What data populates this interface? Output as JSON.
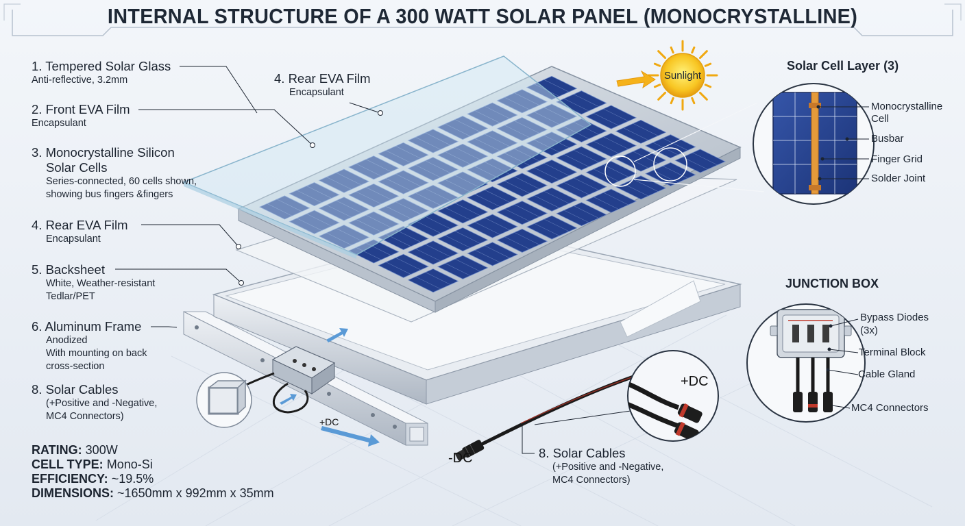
{
  "title": "INTERNAL STRUCTURE OF A 300 WATT SOLAR PANEL (MONOCRYSTALLINE)",
  "left_labels": [
    {
      "heading": "1. Tempered Solar Glass",
      "sub": [
        "Anti-reflective, 3.2mm"
      ]
    },
    {
      "heading": "2. Front EVA Film",
      "sub": [
        "Encapsulant"
      ]
    },
    {
      "heading": "3. Monocrystalline Silicon",
      "heading2": "Solar Cells",
      "sub": [
        "Series-connected, 60 cells shown,",
        "showing bus fingers &fingers"
      ]
    },
    {
      "heading": "4. Rear EVA Film",
      "sub": [
        "Encapsulant"
      ]
    },
    {
      "heading": "5. Backsheet",
      "sub": [
        "White, Weather-resistant",
        "Tedlar/PET"
      ]
    },
    {
      "heading": "6. Aluminum Frame",
      "sub": [
        "Anodized",
        "With mounting on back",
        "cross-section"
      ]
    },
    {
      "heading": "8. Solar Cables",
      "sub": [
        "(+Positive and -Negative,",
        "MC4 Connectors)"
      ]
    }
  ],
  "top_label": {
    "heading": "4. Rear EVA Film",
    "sub": "Encapsulant"
  },
  "sun_label": "Sunlight",
  "cell_detail": {
    "title": "Solar Cell Layer (3)",
    "callouts": [
      "Monocrystalline",
      "Cell",
      "Busbar",
      "Finger Grid",
      "Solder Joint"
    ]
  },
  "junction_box": {
    "title": "JUNCTION BOX",
    "callouts": [
      "Bypass Diodes",
      "(3x)",
      "Terminal Block",
      "Cable Gland",
      "MC4 Connectors"
    ]
  },
  "cable_label": {
    "heading": "8. Solar Cables",
    "sub": [
      "(+Positive and -Negative,",
      "MC4 Connectors)"
    ]
  },
  "dc_labels": {
    "plus_big": "+DC",
    "plus_small": "+DC",
    "minus": "-DC"
  },
  "specs": [
    {
      "key": "RATING:",
      "value": "300W"
    },
    {
      "key": "CELL TYPE:",
      "value": "Mono-Si"
    },
    {
      "key": "EFFICIENCY:",
      "value": "~19.5%"
    },
    {
      "key": "DIMENSIONS:",
      "value": "~1650mm x 992mm x 35mm"
    }
  ],
  "colors": {
    "background": "#eef2f7",
    "cell_blue": "#233f8c",
    "frame_silver": "#c9d0d9",
    "glass": "#cfe6f2",
    "sun": "#f5b21a",
    "arrow_blue": "#5a9ad6",
    "cable_red": "#c0392b"
  }
}
